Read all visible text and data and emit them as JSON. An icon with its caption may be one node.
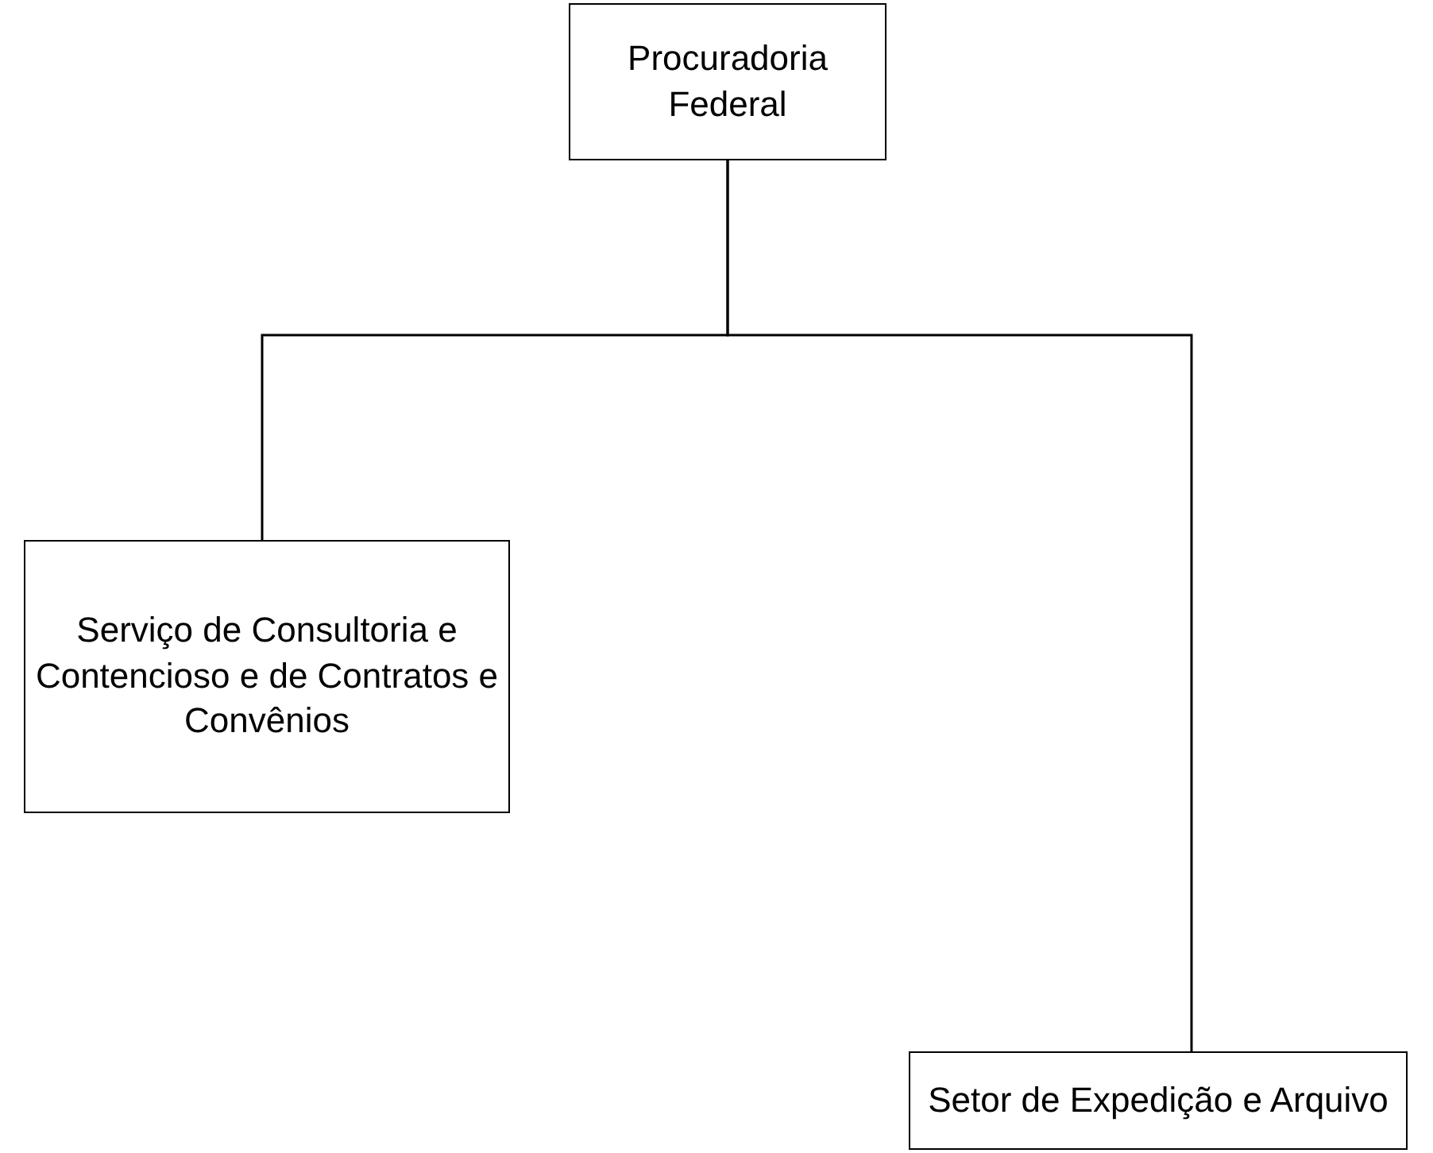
{
  "diagram": {
    "nodes": [
      {
        "text": [
          "Procuradoria Federal"
        ]
      },
      {
        "text": [
          "Serviço de Consultoria e Contencioso e de Contratos e Convênios"
        ]
      },
      {
        "text": [
          "Setor de Expedição e Arquivo"
        ]
      }
    ],
    "edges": [
      {
        "from": 0,
        "to": 1,
        "arrow": "none"
      },
      {
        "from": 0,
        "to": 2,
        "arrow": "none"
      }
    ]
  }
}
